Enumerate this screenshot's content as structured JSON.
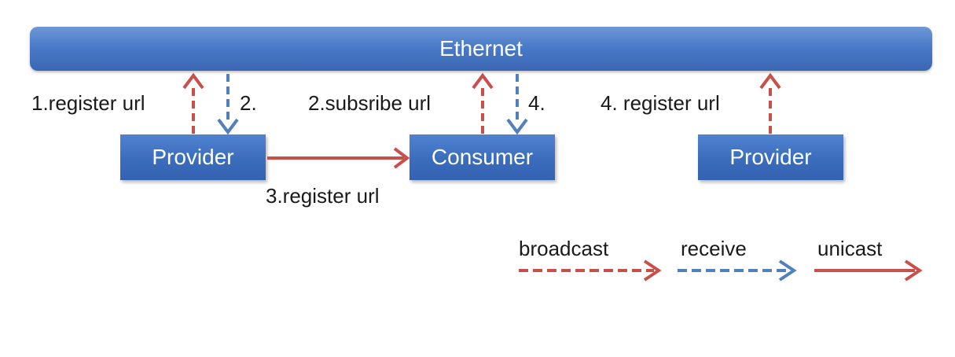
{
  "ethernet": {
    "label": "Ethernet"
  },
  "nodes": {
    "provider_left": "Provider",
    "consumer": "Consumer",
    "provider_right": "Provider"
  },
  "edge_labels": {
    "register_1": "1.register url",
    "receive_2": "2.",
    "subscribe_2": "2.subsribe url",
    "receive_4": "4.",
    "register_4": "4. register url",
    "register_3": "3.register url"
  },
  "legend": {
    "broadcast": "broadcast",
    "receive": "receive",
    "unicast": "unicast"
  },
  "colors": {
    "red": "#c9504a",
    "blue": "#4f81bd",
    "box": "#3b6dbd"
  }
}
